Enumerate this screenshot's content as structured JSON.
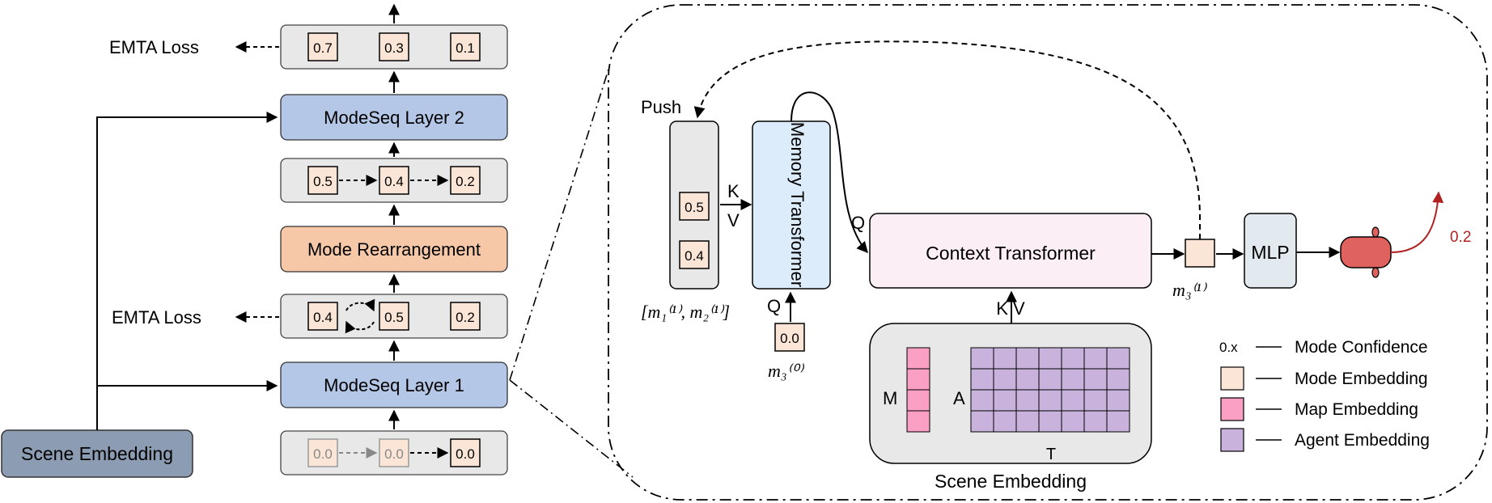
{
  "left_stack": {
    "top_row_values": [
      "0.7",
      "0.3",
      "0.1"
    ],
    "emta_loss_top": "EMTA Loss",
    "layer2_label": "ModeSeq Layer 2",
    "sorted_row_values": [
      "0.5",
      "0.4",
      "0.2"
    ],
    "rearrange_label": "Mode Rearrangement",
    "layer1_out_values": [
      "0.4",
      "0.5",
      "0.2"
    ],
    "emta_loss_mid": "EMTA Loss",
    "layer1_label": "ModeSeq Layer 1",
    "init_row_values": [
      "0.0",
      "0.0",
      "0.0"
    ],
    "scene_embedding_label": "Scene Embedding"
  },
  "detail": {
    "push_label": "Push",
    "memory_values": [
      "0.5",
      "0.4"
    ],
    "memory_caption": "[m₁⁽¹⁾, m₂⁽¹⁾]",
    "k_label": "K",
    "v_label": "V",
    "memory_transformer_label": "Memory Transformer",
    "q_label_bottom": "Q",
    "query_value": "0.0",
    "query_caption": "m₃⁽⁰⁾",
    "q_label_context": "Q",
    "context_transformer_label": "Context Transformer",
    "kv_label": "K V",
    "output_embedding_caption": "m₃⁽¹⁾",
    "mlp_label": "MLP",
    "confidence_output": "0.2",
    "scene_panel": {
      "title": "Scene Embedding",
      "m_label": "M",
      "a_label": "A",
      "t_label": "T"
    }
  },
  "legend": {
    "confidence_symbol": "0.x",
    "confidence_label": "Mode Confidence",
    "mode_embedding_label": "Mode Embedding",
    "map_embedding_label": "Map Embedding",
    "agent_embedding_label": "Agent Embedding"
  },
  "colors": {
    "mode_embedding": "#fbe5d6",
    "map_embedding": "#f9a0c4",
    "agent_embedding": "#c9b3dc",
    "modeseq_layer": "#b4c7e7",
    "mode_rearrangement": "#f6c8a8",
    "context_transformer": "#fbeef4",
    "memory_transformer": "#dcecfb",
    "mlp": "#e2eaef",
    "scene_embedding_box": "#8c9db3",
    "gray_box": "#e8e8e8",
    "agent_icon": "#e0625e",
    "trajectory": "#b22222"
  }
}
